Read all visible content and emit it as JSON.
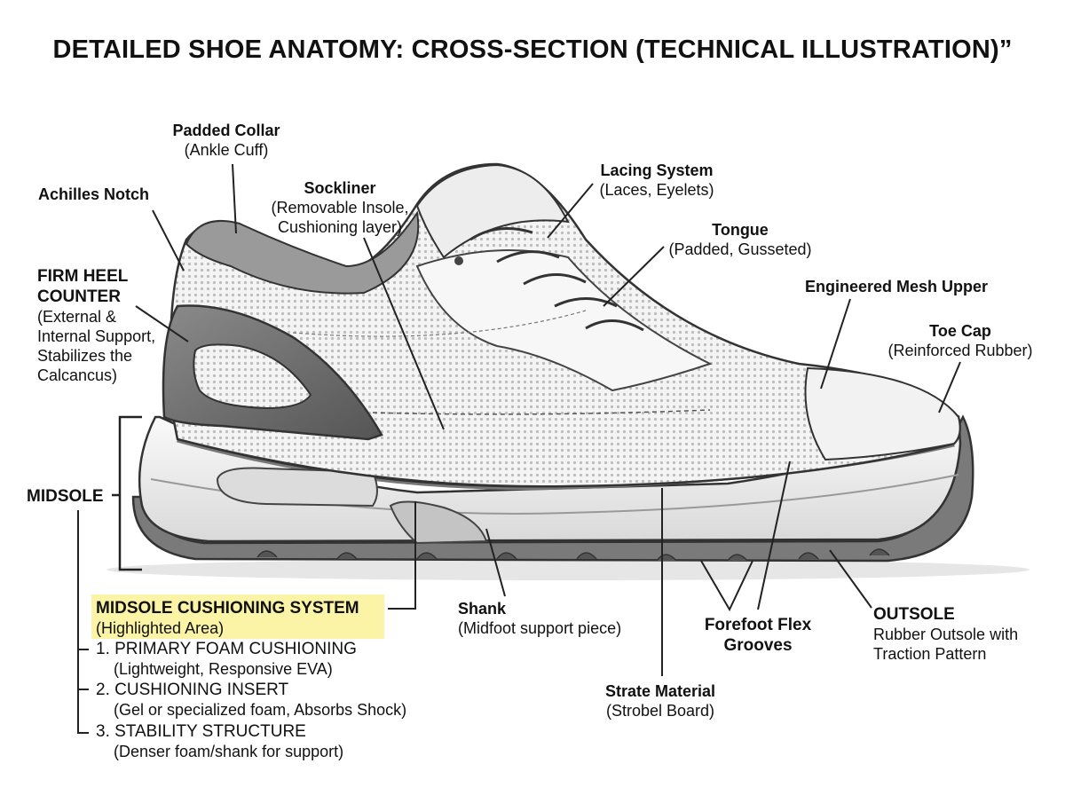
{
  "title": "DETAILED SHOE ANATOMY: CROSS-SECTION (TECHNICAL ILLUSTRATION)”",
  "colors": {
    "highlight": "#fbf3a6",
    "heel_counter": "#6f6f6f",
    "outline": "#333333"
  },
  "labels": {
    "padded_collar": {
      "title": "Padded Collar",
      "sub": "(Ankle Cuff)"
    },
    "achilles_notch": {
      "title": "Achilles Notch"
    },
    "sockliner": {
      "title": "Sockliner",
      "sub1": "(Removable Insole,",
      "sub2": "Cushioning layer)"
    },
    "lacing_system": {
      "title": "Lacing System",
      "sub": "(Laces, Eyelets)"
    },
    "tongue": {
      "title": "Tongue",
      "sub": "(Padded, Gusseted)"
    },
    "engineered_mesh": {
      "title": "Engineered Mesh Upper"
    },
    "toe_cap": {
      "title": "Toe Cap",
      "sub": "(Reinforced Rubber)"
    },
    "heel_counter": {
      "title1": "FIRM HEEL",
      "title2": "COUNTER",
      "sub1": "(External &",
      "sub2": "Internal Support,",
      "sub3": "Stabilizes the",
      "sub4": "Calcancus)"
    },
    "midsole": {
      "title": "MIDSOLE"
    },
    "cushioning_system": {
      "title": "MIDSOLE CUSHIONING SYSTEM",
      "sub": "(Highlighted Area)",
      "items": [
        {
          "head": "1. PRIMARY FOAM CUSHIONING",
          "detail": "(Lightweight, Responsive EVA)"
        },
        {
          "head": "2. CUSHIONING INSERT",
          "detail": "(Gel or specialized foam, Absorbs Shock)"
        },
        {
          "head": "3. STABILITY STRUCTURE",
          "detail": "(Denser foam/shank for support)"
        }
      ]
    },
    "shank": {
      "title": "Shank",
      "sub": "(Midfoot support piece)"
    },
    "strate_material": {
      "title": "Strate Material",
      "sub": "(Strobel Board)"
    },
    "forefoot_flex": {
      "title1": "Forefoot Flex",
      "title2": "Grooves"
    },
    "outsole": {
      "title": "OUTSOLE",
      "sub1": "Rubber Outsole with",
      "sub2": "Traction Pattern"
    }
  }
}
